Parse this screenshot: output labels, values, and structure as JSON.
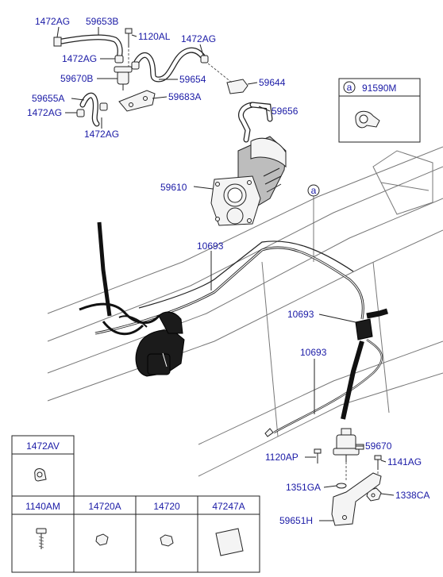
{
  "labels": {
    "l_1472ag_1": "1472AG",
    "l_59653b": "59653B",
    "l_1120al": "1120AL",
    "l_1472ag_2": "1472AG",
    "l_1472ag_3": "1472AG",
    "l_59670b": "59670B",
    "l_59654": "59654",
    "l_59644": "59644",
    "l_59683a": "59683A",
    "l_59655a": "59655A",
    "l_1472ag_4": "1472AG",
    "l_59656": "59656",
    "l_1472ag_5": "1472AG",
    "l_59610": "59610",
    "l_10693_1": "10693",
    "l_10693_2": "10693",
    "l_10693_3": "10693",
    "l_59670": "59670",
    "l_1120ap": "1120AP",
    "l_1141ag": "1141AG",
    "l_1351ga": "1351GA",
    "l_1338ca": "1338CA",
    "l_59651h": "59651H"
  },
  "callout": {
    "letter": "a",
    "part": "91590M"
  },
  "frame_callout": "a",
  "table": {
    "top": "1472AV",
    "bottom": [
      "1140AM",
      "14720A",
      "14720",
      "47247A"
    ]
  },
  "colors": {
    "label": "#1a1aa6",
    "line": "#222222"
  }
}
